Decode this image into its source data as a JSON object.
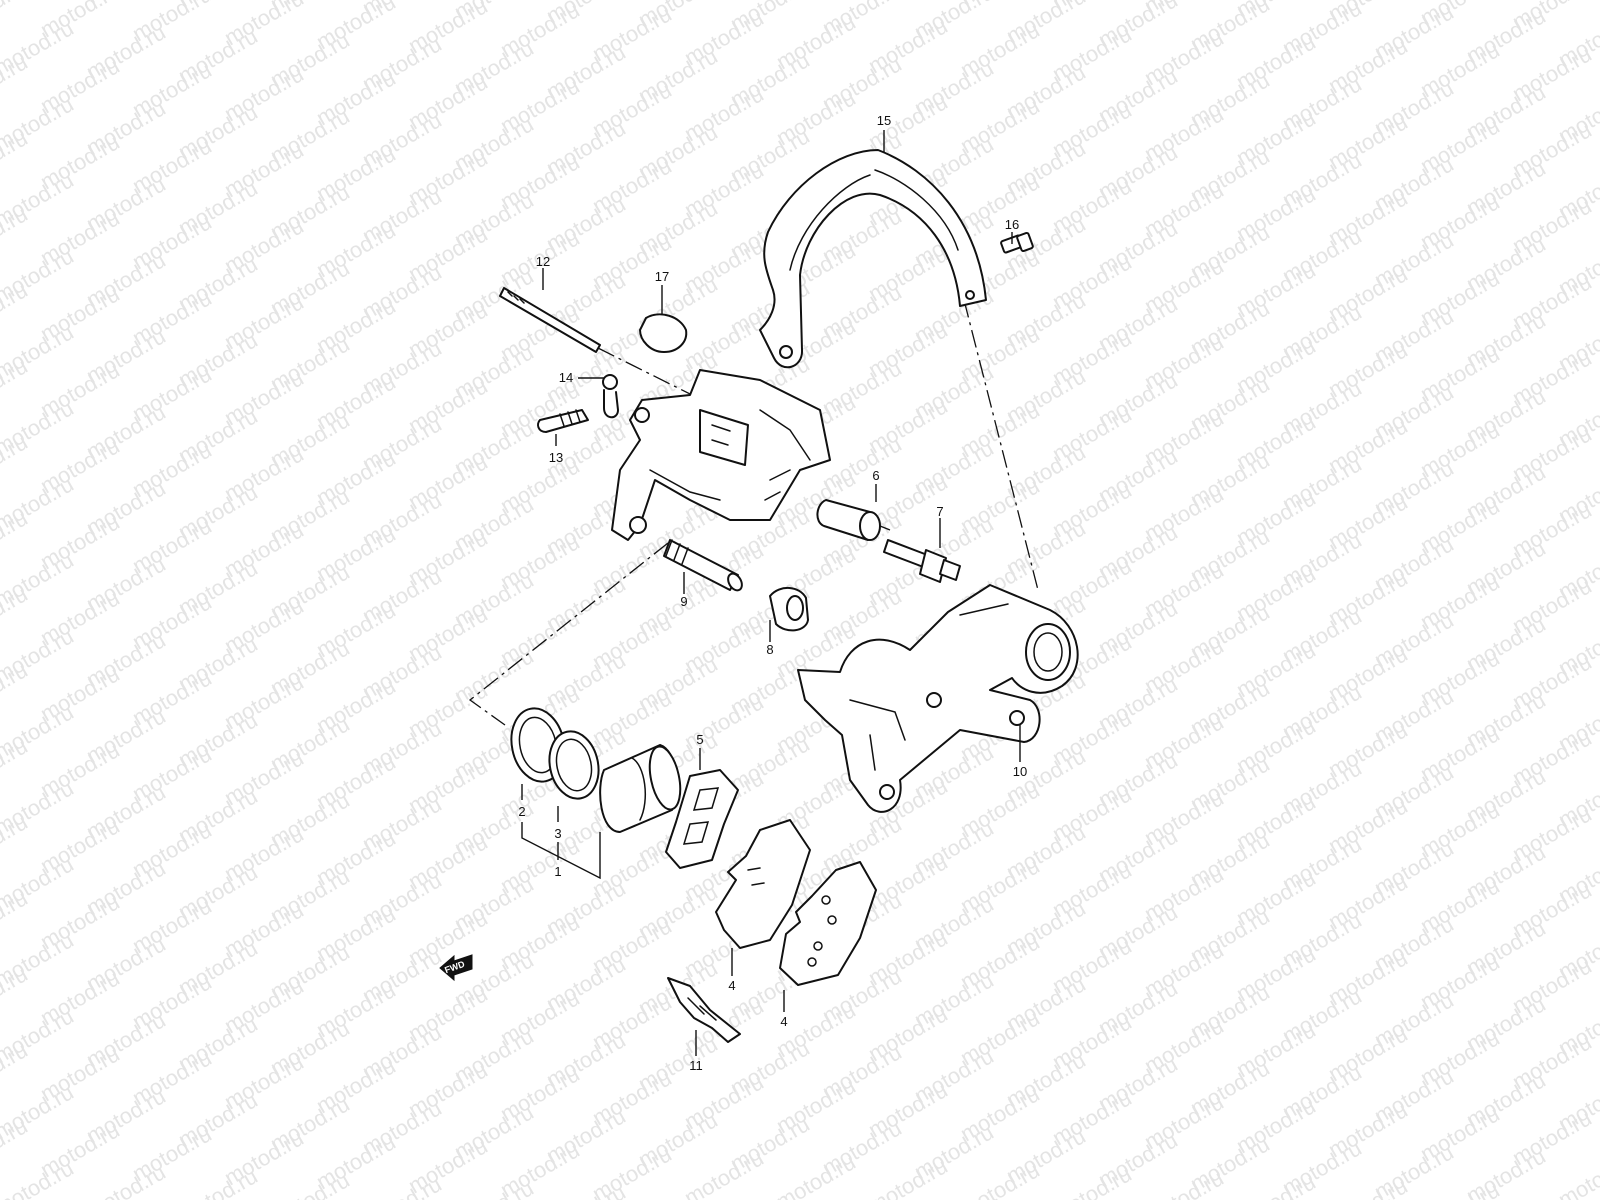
{
  "watermark": {
    "text": "motod.ru",
    "color": "#e4e4e4"
  },
  "direction_marker": {
    "text": "FWD",
    "icon": "fwd-arrow-icon"
  },
  "callouts": {
    "c1": "1",
    "c2": "2",
    "c3": "3",
    "c4a": "4",
    "c4b": "4",
    "c5": "5",
    "c6": "6",
    "c7": "7",
    "c8": "8",
    "c9": "9",
    "c10": "10",
    "c11": "11",
    "c12": "12",
    "c13": "13",
    "c14": "14",
    "c15": "15",
    "c16": "16",
    "c17": "17"
  }
}
